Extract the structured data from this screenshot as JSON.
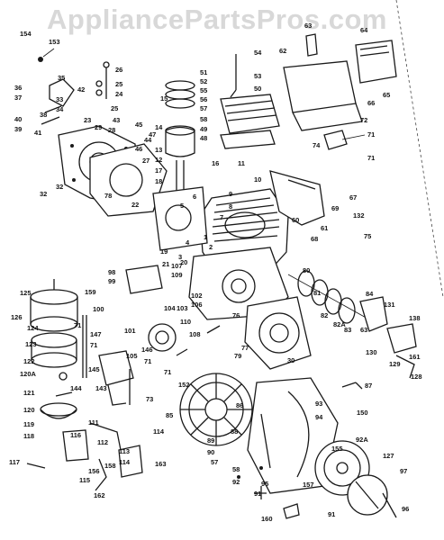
{
  "watermark": "AppliancePartsPros.com",
  "callouts": [
    "154",
    "153",
    "26",
    "25",
    "24",
    "36",
    "37",
    "35",
    "42",
    "33",
    "32",
    "34",
    "38",
    "40",
    "39",
    "41",
    "43",
    "25",
    "23",
    "29",
    "28",
    "27",
    "44",
    "45",
    "46",
    "47",
    "15",
    "14",
    "13",
    "12",
    "16",
    "17",
    "18",
    "19",
    "20",
    "21",
    "22",
    "32",
    "78",
    "51",
    "52",
    "55",
    "56",
    "57",
    "58",
    "53",
    "50",
    "49",
    "48",
    "54",
    "62",
    "63",
    "65",
    "66",
    "64",
    "72",
    "71",
    "74",
    "71",
    "11",
    "10",
    "9",
    "8",
    "7",
    "6",
    "5",
    "4",
    "3",
    "2",
    "1",
    "67",
    "69",
    "60",
    "61",
    "68",
    "132",
    "75",
    "98",
    "99",
    "125",
    "159",
    "126",
    "124",
    "123",
    "122",
    "120A",
    "121",
    "120",
    "119",
    "118",
    "117",
    "115",
    "116",
    "111",
    "112",
    "113",
    "114",
    "101",
    "100",
    "147",
    "71",
    "71",
    "146",
    "145",
    "144",
    "143",
    "105",
    "104",
    "103",
    "102",
    "106",
    "107",
    "109",
    "110",
    "114",
    "108",
    "71",
    "71",
    "73",
    "76",
    "77",
    "79",
    "80",
    "81",
    "82",
    "82A",
    "83",
    "63",
    "84",
    "131",
    "138",
    "130",
    "129",
    "128",
    "161",
    "30",
    "87",
    "93",
    "94",
    "150",
    "152",
    "85",
    "86",
    "88",
    "89",
    "90",
    "57",
    "58",
    "92",
    "91",
    "95",
    "92A",
    "155",
    "127",
    "97",
    "96",
    "91",
    "157",
    "160",
    "162",
    "156",
    "158",
    "163"
  ]
}
